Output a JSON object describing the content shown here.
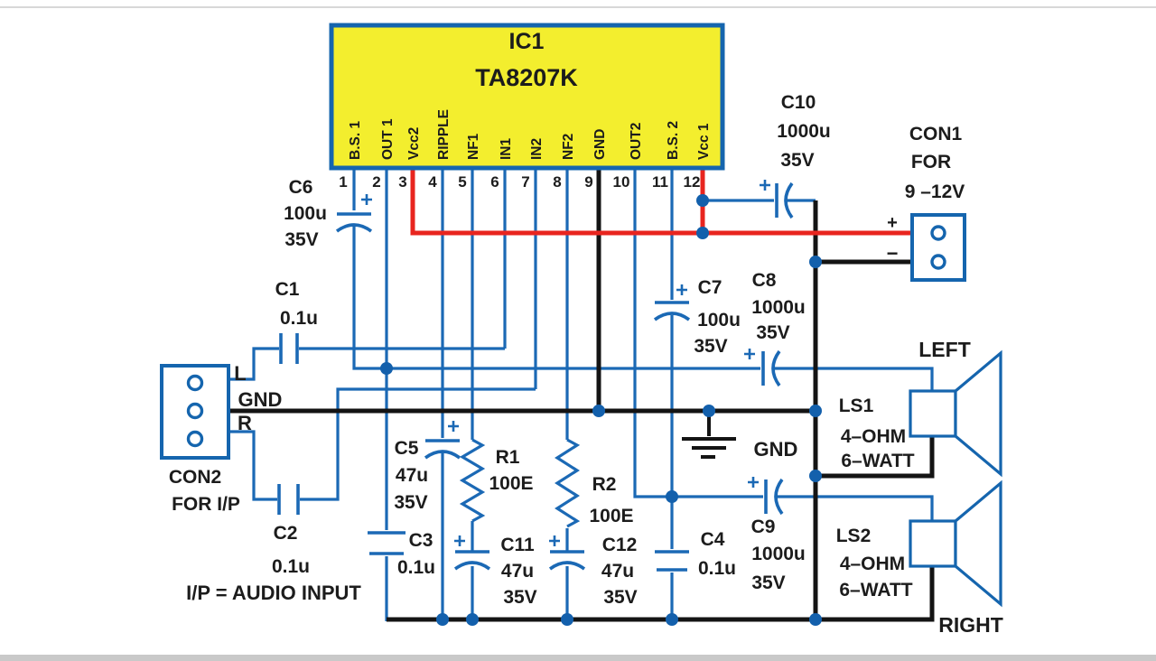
{
  "ic": {
    "ref": "IC1",
    "part": "TA8207K",
    "pins": [
      {
        "num": "1",
        "label": "B.S. 1"
      },
      {
        "num": "2",
        "label": "OUT 1"
      },
      {
        "num": "3",
        "label": "Vcc2"
      },
      {
        "num": "4",
        "label": "RIPPLE"
      },
      {
        "num": "5",
        "label": "NF1"
      },
      {
        "num": "6",
        "label": "IN1"
      },
      {
        "num": "7",
        "label": "IN2"
      },
      {
        "num": "8",
        "label": "NF2"
      },
      {
        "num": "9",
        "label": "GND"
      },
      {
        "num": "10",
        "label": "OUT2"
      },
      {
        "num": "11",
        "label": "B.S. 2"
      },
      {
        "num": "12",
        "label": "Vcc 1"
      }
    ]
  },
  "capacitors": {
    "c1": {
      "ref": "C1",
      "value": "0.1u"
    },
    "c2": {
      "ref": "C2",
      "value": "0.1u"
    },
    "c3": {
      "ref": "C3",
      "value": "0.1u"
    },
    "c4": {
      "ref": "C4",
      "value": "0.1u"
    },
    "c5": {
      "ref": "C5",
      "value": "47u",
      "voltage": "35V"
    },
    "c6": {
      "ref": "C6",
      "value": "100u",
      "voltage": "35V"
    },
    "c7": {
      "ref": "C7",
      "value": "100u",
      "voltage": "35V"
    },
    "c8": {
      "ref": "C8",
      "value": "1000u",
      "voltage": "35V"
    },
    "c9": {
      "ref": "C9",
      "value": "1000u",
      "voltage": "35V"
    },
    "c10": {
      "ref": "C10",
      "value": "1000u",
      "voltage": "35V"
    },
    "c11": {
      "ref": "C11",
      "value": "47u",
      "voltage": "35V"
    },
    "c12": {
      "ref": "C12",
      "value": "47u",
      "voltage": "35V"
    }
  },
  "resistors": {
    "r1": {
      "ref": "R1",
      "value": "100E"
    },
    "r2": {
      "ref": "R2",
      "value": "100E"
    }
  },
  "connectors": {
    "con1": {
      "ref": "CON1",
      "desc_line1": "FOR",
      "desc_line2": "9 –12V",
      "plus": "+",
      "minus": "−"
    },
    "con2": {
      "ref": "CON2",
      "desc": "FOR I/P",
      "terminal_l": "L",
      "terminal_gnd": "GND",
      "terminal_r": "R"
    }
  },
  "speakers": {
    "ls1": {
      "ref": "LS1",
      "impedance": "4–OHM",
      "power": "6–WATT",
      "channel": "LEFT"
    },
    "ls2": {
      "ref": "LS2",
      "impedance": "4–OHM",
      "power": "6–WATT",
      "channel": "RIGHT"
    }
  },
  "annotations": {
    "ground": "GND",
    "io_note": "I/P = AUDIO INPUT",
    "polarity_plus": "+"
  },
  "colors": {
    "signal_wire": "#1b69b5",
    "power_wire": "#e8251f",
    "ground_wire": "#141414",
    "ic_fill": "#f3ee2e",
    "ic_border": "#1565ae",
    "text": "#1c1c1c"
  }
}
